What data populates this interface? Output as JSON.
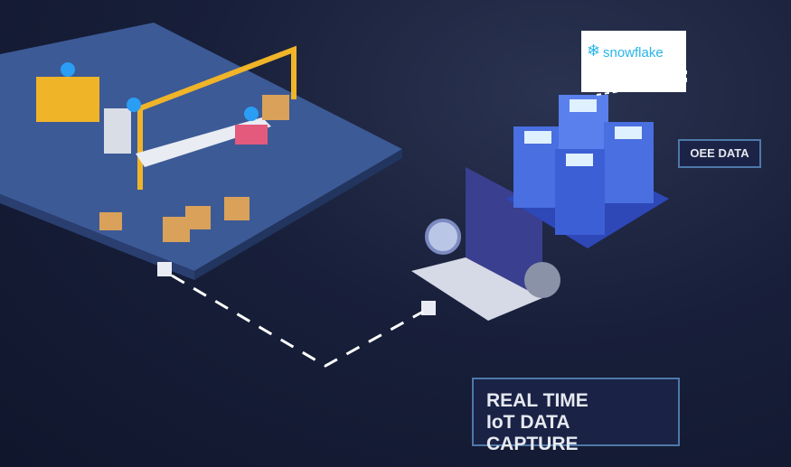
{
  "labels": {
    "realtime_line1": "REAL TIME",
    "realtime_line2": "IoT DATA CAPTURE",
    "oee": "OEE DATA",
    "snowflake": "snowflake"
  },
  "icons": [
    "factory-floor",
    "laptop",
    "gear-icon",
    "magnifier-icon",
    "server-cluster",
    "iot-sensor",
    "wifi-icon",
    "snowflake-logo"
  ],
  "colors": {
    "background": "#141a33",
    "accent": "#4d79a8",
    "server": "#4a6fe0",
    "floor": "#3c5a96",
    "snowflake": "#29b5e8"
  }
}
